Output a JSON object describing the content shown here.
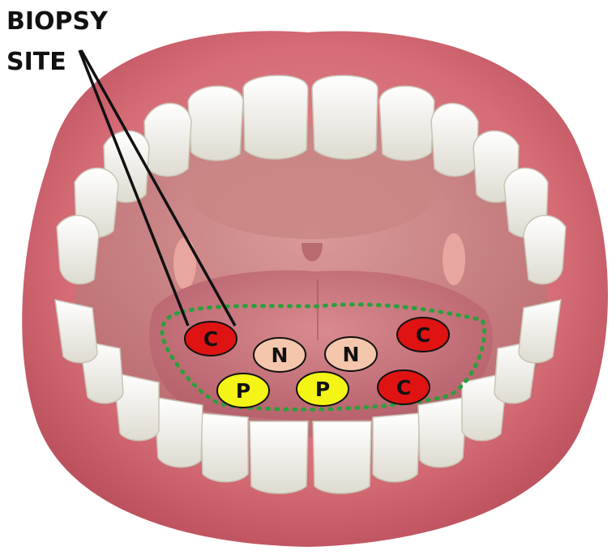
{
  "caption": {
    "line1": "BIOPSY",
    "line2": "SITE"
  },
  "colors": {
    "gum": "#d9737b",
    "gum_dark": "#b24a55",
    "tooth": "#f3f1e8",
    "tongue": "#c86c76",
    "palate": "#c87e80",
    "outline": "#2e9e3c",
    "cancer": "#e01313",
    "normal": "#f4c6ac",
    "premalignant": "#f4f416",
    "pointer": "#111111"
  },
  "markers": [
    {
      "id": "c1",
      "label": "C",
      "kind": "cancer"
    },
    {
      "id": "n1",
      "label": "N",
      "kind": "normal"
    },
    {
      "id": "n2",
      "label": "N",
      "kind": "normal"
    },
    {
      "id": "c2",
      "label": "C",
      "kind": "cancer"
    },
    {
      "id": "p1",
      "label": "P",
      "kind": "premalignant"
    },
    {
      "id": "p2",
      "label": "P",
      "kind": "premalignant"
    },
    {
      "id": "c3",
      "label": "C",
      "kind": "cancer"
    }
  ]
}
